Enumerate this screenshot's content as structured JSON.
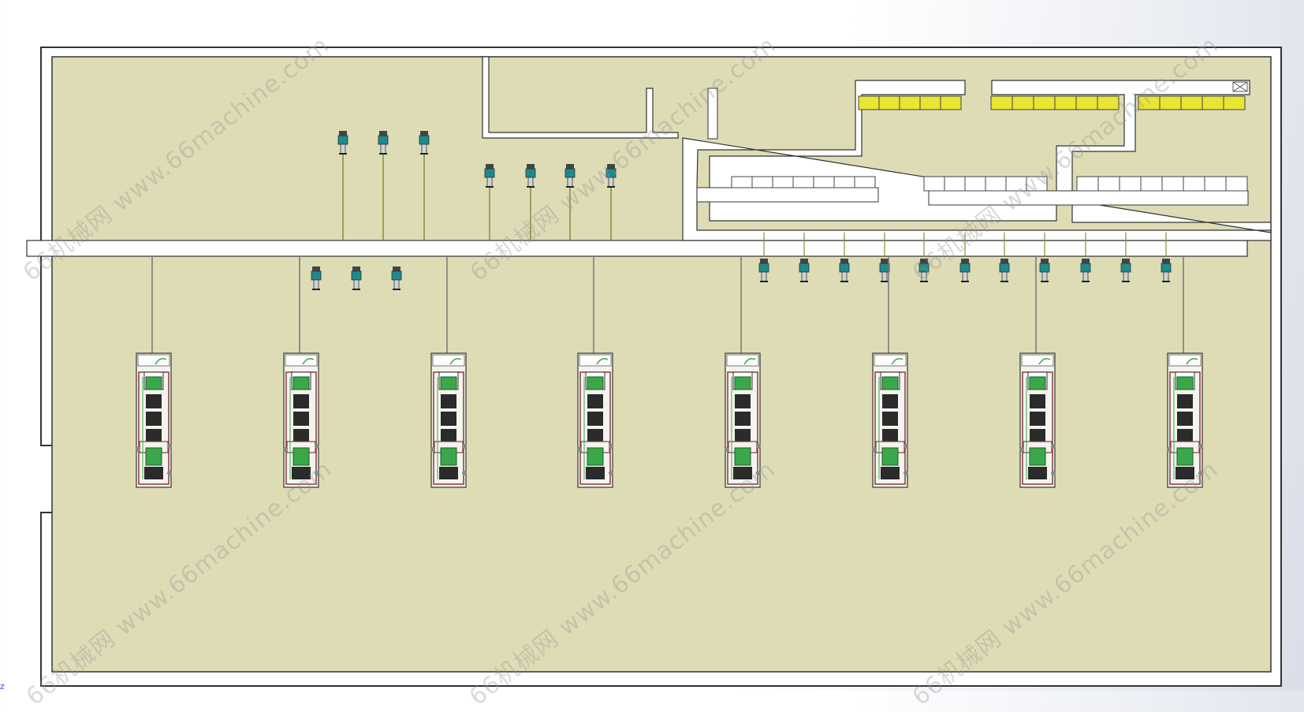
{
  "colors": {
    "floor": "#dedcb5",
    "outline": "#333333",
    "corridor": "#ffffff",
    "yellow_cell": "#e8e533",
    "machine_frame": "#8b3a3a",
    "machine_green": "#3aa84a",
    "robot_teal": "#1f8a8a"
  },
  "watermark": {
    "text": "66机械网 www.66machine.com"
  },
  "layout": {
    "upper_robot_count": 7,
    "lower_robot_count": 14,
    "machine_count": 8,
    "yellow_cell_groups": 3,
    "white_cell_groups": 3
  }
}
